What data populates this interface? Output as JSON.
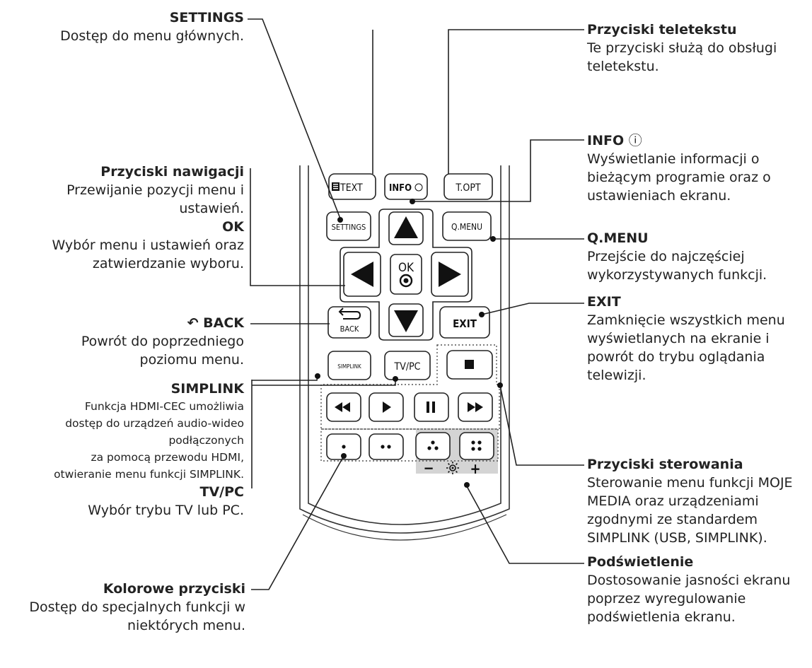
{
  "labels_left": {
    "settings": {
      "title": "SETTINGS",
      "desc": "Dostęp do menu głównych."
    },
    "navigation": {
      "title": "Przyciski nawigacji",
      "desc": "Przewijanie pozycji menu i ustawień."
    },
    "ok": {
      "title": "OK",
      "desc": "Wybór menu i ustawień oraz zatwierdzanie wyboru."
    },
    "back": {
      "title": "BACK",
      "desc": "Powrót do poprzedniego poziomu menu."
    },
    "simplink": {
      "title": "SIMPLINK",
      "desc_lines": [
        "Funkcja HDMI-CEC umożliwia",
        "dostęp do urządzeń audio-wideo",
        "podłączonych",
        "za pomocą przewodu HDMI,",
        "otwieranie menu funkcji SIMPLINK."
      ]
    },
    "tvpc": {
      "title": "TV/PC",
      "desc": "Wybór trybu TV lub PC."
    },
    "color": {
      "title": "Kolorowe przyciski",
      "desc": "Dostęp do specjalnych funkcji w niektórych menu."
    }
  },
  "labels_right": {
    "teletext": {
      "title": "Przyciski teletekstu",
      "desc": "Te przyciski służą do obsługi teletekstu."
    },
    "info": {
      "title": "INFO",
      "desc": "Wyświetlanie informacji o bieżącym programie oraz o ustawieniach ekranu."
    },
    "qmenu": {
      "title": "Q.MENU",
      "desc": "Przejście do najczęściej wykorzystywanych funkcji."
    },
    "exit": {
      "title": "EXIT",
      "desc": "Zamknięcie wszystkich menu wyświetlanych na ekranie i powrót do trybu oglądania telewizji."
    },
    "control": {
      "title": "Przyciski sterowania",
      "desc": "Sterowanie menu funkcji MOJE MEDIA oraz urządzeniami zgodnymi ze standardem SIMPLINK (USB, SIMPLINK)."
    },
    "backlight": {
      "title": "Podświetlenie",
      "desc": "Dostosowanie jasności ekranu poprzez wyregulowanie podświetlenia ekranu."
    }
  },
  "buttons": {
    "text": "TEXT",
    "info": "INFO",
    "topt": "T.OPT",
    "settings": "SETTINGS",
    "qmenu": "Q.MENU",
    "ok": "OK",
    "back": "BACK",
    "exit": "EXIT",
    "simplink": "SIMPLINK",
    "tvpc": "TV/PC",
    "minus": "−",
    "plus": "+"
  }
}
